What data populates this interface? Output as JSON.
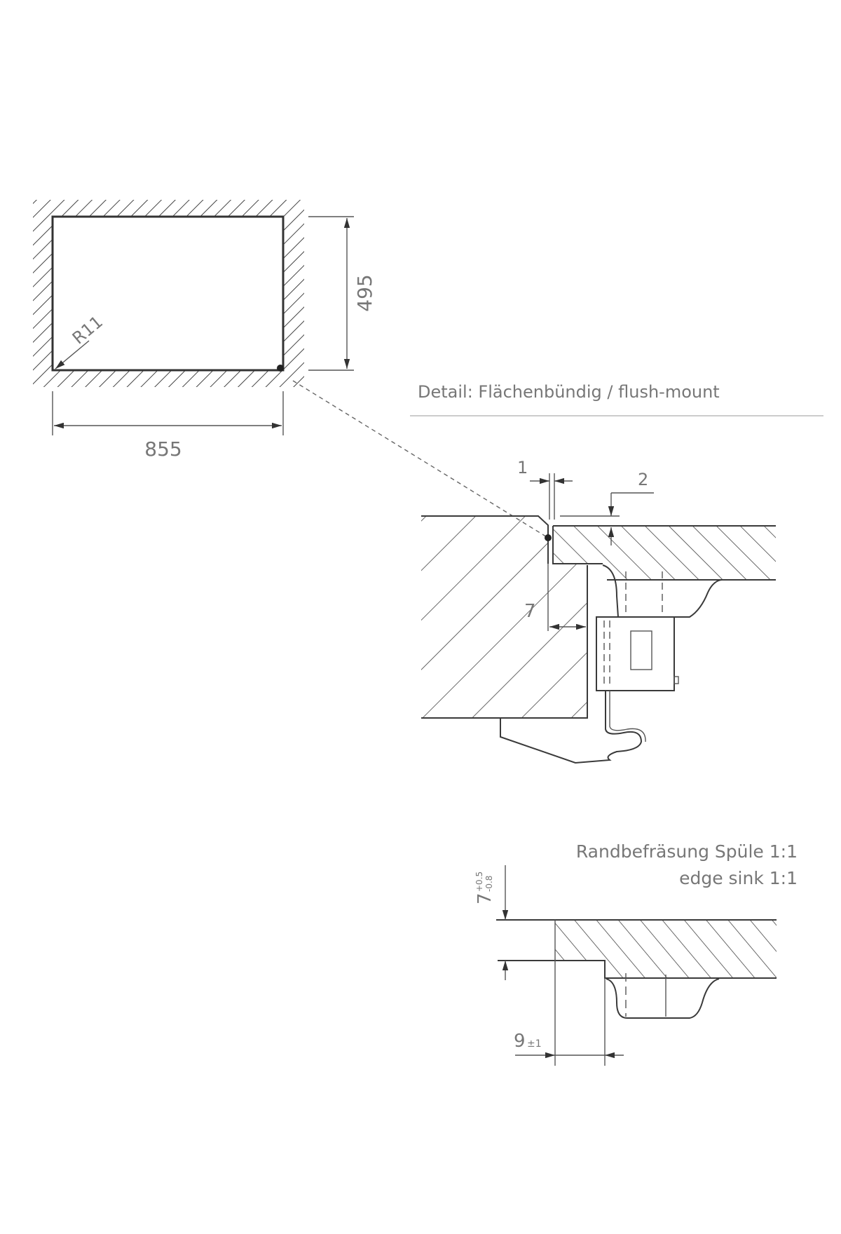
{
  "plan": {
    "width_label": "855",
    "height_label": "495",
    "radius_label": "R11"
  },
  "detail_flush": {
    "title": "Detail: Flächenbündig / flush-mount",
    "dim_1": "1",
    "dim_2": "2",
    "dim_7": "7"
  },
  "detail_edge": {
    "title_line1": "Randbefräsung Spüle 1:1",
    "title_line2": "edge sink 1:1",
    "depth_value": "7",
    "depth_tol_upper": "+0.5",
    "depth_tol_lower": "-0.8",
    "width_value": "9",
    "width_tol": "±1"
  },
  "colors": {
    "line": "#3a3a3a",
    "text": "#777777"
  }
}
